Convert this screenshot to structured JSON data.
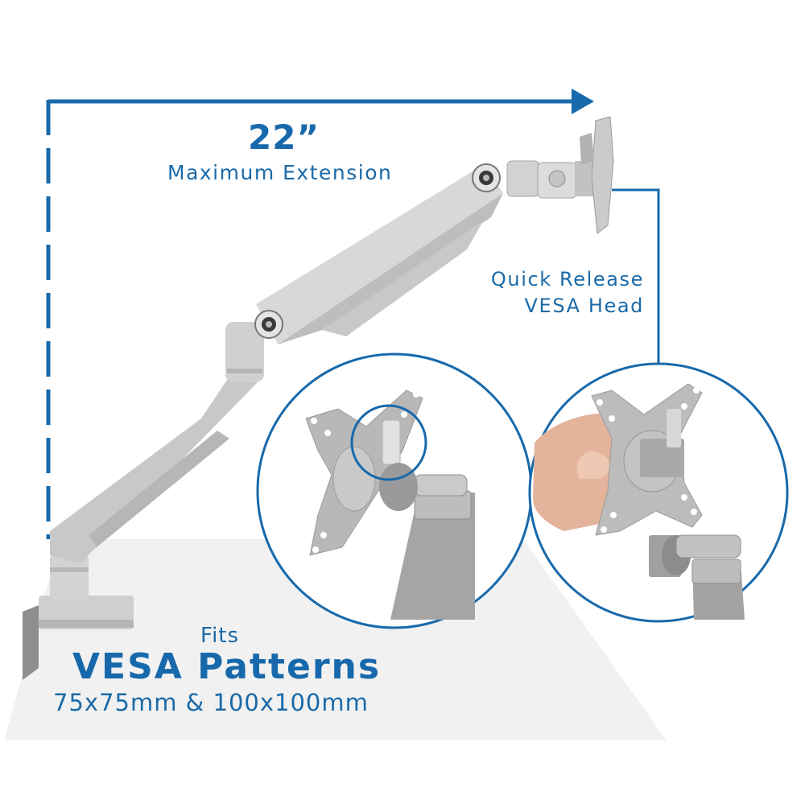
{
  "colors": {
    "accent_blue": "#1769ab",
    "text_blue": "#1a6aa8",
    "desk_gray": "#f1f1f1",
    "metal_light": "#d6d6d6",
    "metal_mid": "#b9b9b9",
    "metal_dark": "#8e8e8e"
  },
  "extension": {
    "value": "22”",
    "label": "Maximum Extension"
  },
  "quick_release": {
    "line1": "Quick Release",
    "line2": "VESA Head"
  },
  "vesa": {
    "prefix": "Fits",
    "title": "VESA Patterns",
    "sizes": "75x75mm & 100x100mm"
  },
  "icons": {
    "extension_arrow": "arrow-right-icon",
    "callout_bracket": "callout-line-icon"
  }
}
